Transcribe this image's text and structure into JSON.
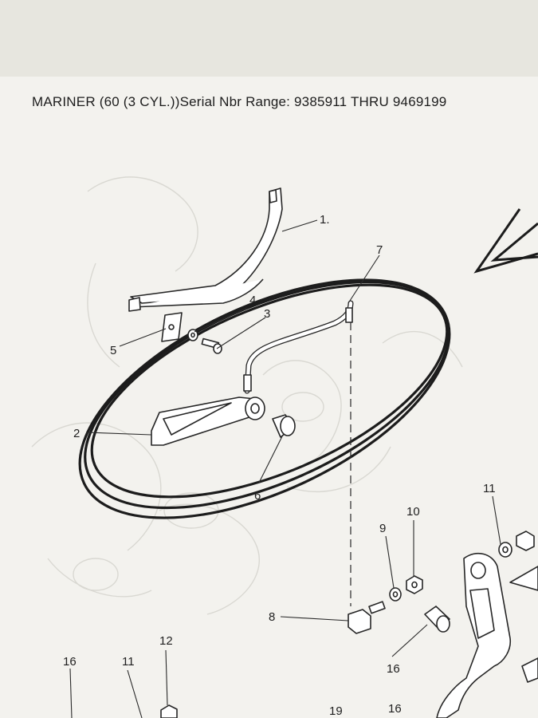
{
  "header": {
    "title": "MARINER (60 (3 CYL.))Serial Nbr Range: 9385911 THRU 9469199"
  },
  "callouts": {
    "c1": "1.",
    "c2": "2",
    "c3": "3",
    "c4": "4",
    "c5": "5",
    "c6": "6",
    "c7": "7",
    "c8": "8",
    "c9": "9",
    "c10": "10",
    "c11a": "11",
    "c11b": "11",
    "c12": "12",
    "c16a": "16",
    "c16b": "16",
    "c16c": "16",
    "c19": "19"
  },
  "colors": {
    "paper": "#f3f2ee",
    "ink": "#1f1f1f",
    "background": "#e7e6df"
  },
  "icons": {
    "direction_arrow": "arrow-left-icon"
  }
}
